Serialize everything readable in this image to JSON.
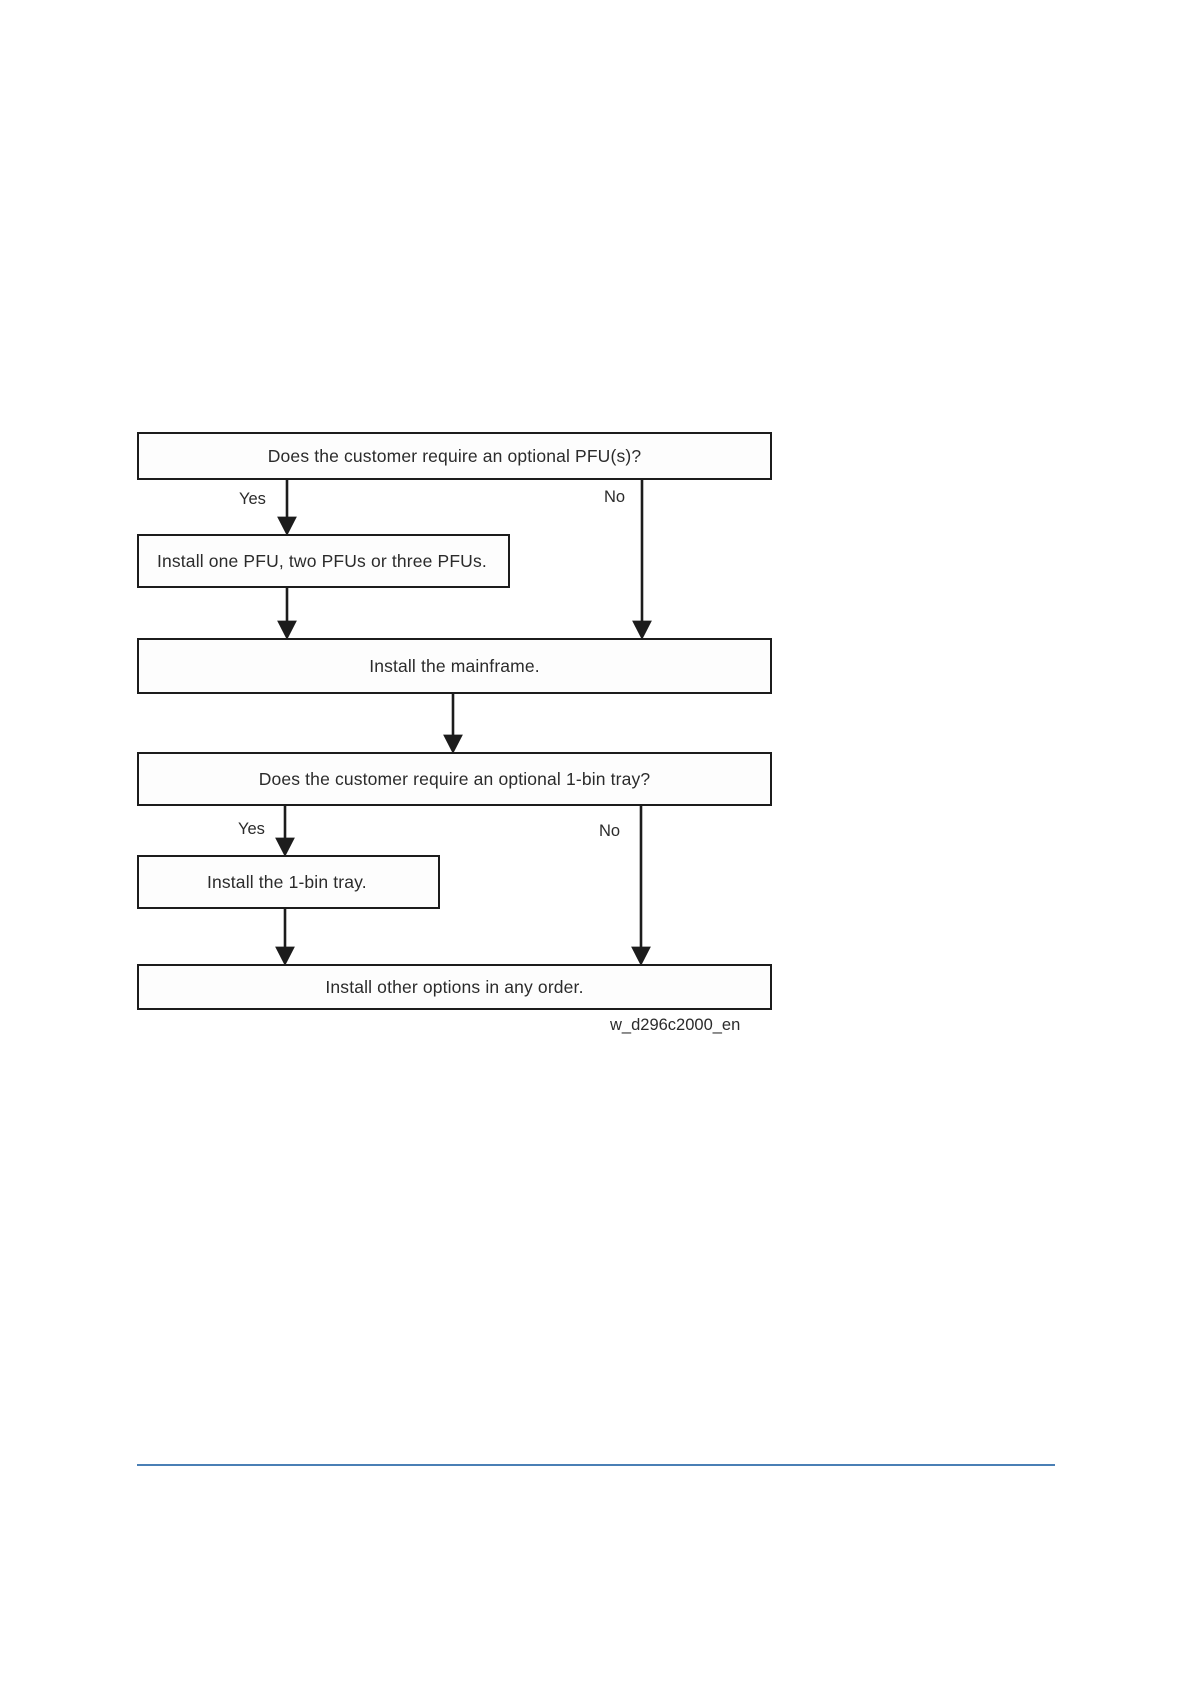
{
  "document": {
    "figure_caption": "w_d296c2000_en"
  },
  "flowchart": {
    "type": "flowchart",
    "nodes": [
      {
        "id": "pfu-question",
        "shape": "decision",
        "text": "Does the customer require an optional PFU(s)?"
      },
      {
        "id": "install-pfu",
        "shape": "process",
        "text": "Install one PFU, two PFUs or three PFUs."
      },
      {
        "id": "install-main",
        "shape": "process",
        "text": "Install the mainframe."
      },
      {
        "id": "tray-question",
        "shape": "decision",
        "text": "Does the customer require an optional 1-bin tray?"
      },
      {
        "id": "install-tray",
        "shape": "process",
        "text": "Install the 1-bin tray."
      },
      {
        "id": "install-other",
        "shape": "process",
        "text": "Install other options in any order."
      }
    ],
    "edges": [
      {
        "from": "pfu-question",
        "to": "install-pfu",
        "label": "Yes"
      },
      {
        "from": "pfu-question",
        "to": "install-main",
        "label": "No"
      },
      {
        "from": "install-pfu",
        "to": "install-main",
        "label": ""
      },
      {
        "from": "install-main",
        "to": "tray-question",
        "label": ""
      },
      {
        "from": "tray-question",
        "to": "install-tray",
        "label": "Yes"
      },
      {
        "from": "tray-question",
        "to": "install-other",
        "label": "No"
      },
      {
        "from": "install-tray",
        "to": "install-other",
        "label": ""
      }
    ],
    "branch_labels": {
      "yes_pfu": "Yes",
      "no_pfu": "No",
      "yes_tray": "Yes",
      "no_tray": "No"
    }
  },
  "colors": {
    "stroke": "#1c1c1c",
    "box_fill": "#fdfdfd",
    "text": "#2b2b2b",
    "footer_rule": "#4a7fb5"
  }
}
